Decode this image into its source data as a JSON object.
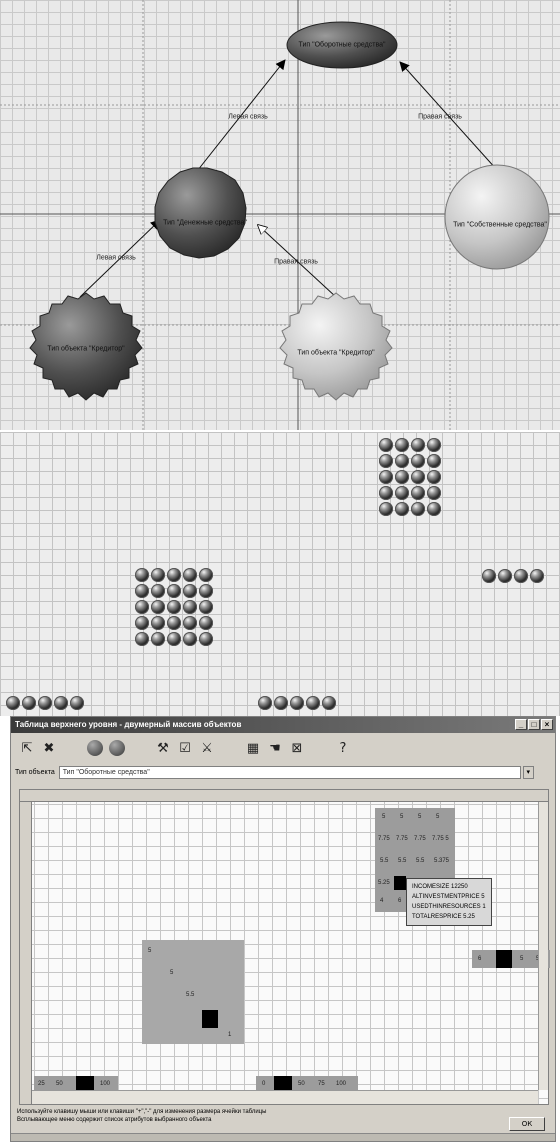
{
  "graph": {
    "root_node": "Тип \"Оборотные средства\"",
    "left_node": "Тип \"Денежные средства\"",
    "right_node": "Тип \"Собственные средства\"",
    "creditor_left": "Тип объекта \"Кредитор\"",
    "creditor_right": "Тип объекта \"Кредитор\"",
    "edge_left_top": "Левая связь",
    "edge_right_top": "Правая связь",
    "edge_left_bottom": "Левая связь",
    "edge_right_bottom": "Правая связь"
  },
  "window": {
    "title": "Таблица верхнего уровня - двумерный массив объектов",
    "objtype_label": "Тип объекта",
    "objtype_value": "Тип \"Оборотные средства\"",
    "ok_label": "ОК",
    "status_line1": "Используйте клавишу мыши или клавиши \"+\",\"-\" для изменения размера ячейки таблицы",
    "status_line2": "Всплывающее меню содержит список атрибутов выбранного объекта",
    "tooltip": {
      "line1": "INCOMESIZE 12250",
      "line2": "ALTINVESTMENTPRICE 5",
      "line3": "USEDTHINRESOURCES 1",
      "line4": "TOTALRESPRICE 5.25"
    },
    "cells": {
      "t1": "5",
      "t2": "5",
      "t3": "5",
      "t4": "5",
      "t5": "7.75",
      "t6": "7.75",
      "t7": "7.75",
      "t8": "7.75 5",
      "t9": "5.5",
      "t10": "5.5",
      "t11": "5.5",
      "t12": "5.375",
      "t13": "5.25",
      "t14": "4",
      "t15": "6",
      "m1": "5",
      "m2": "5",
      "m3": "5.5",
      "m4": "1",
      "r1": "6",
      "r2": "5",
      "r3": "5",
      "b1": "25",
      "b2": "50",
      "b3": "100",
      "c1": "0",
      "c2": "50",
      "c3": "75",
      "c4": "100"
    }
  }
}
